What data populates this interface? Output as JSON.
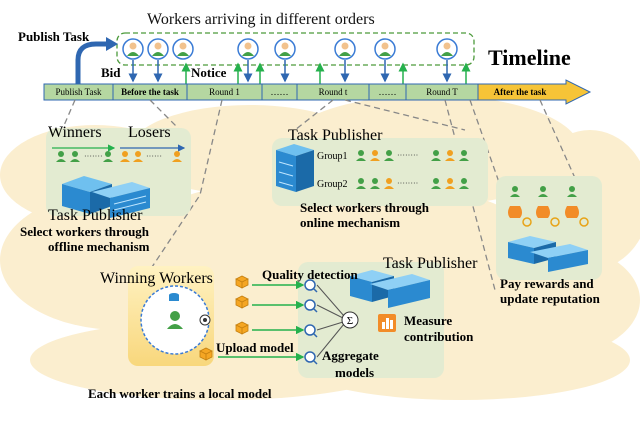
{
  "header": {
    "arrivals_title": "Workers arriving in different orders",
    "publish_task_top": "Publish Task",
    "timeline_label": "Timeline",
    "bid_label": "Bid",
    "notice_label": "Notice"
  },
  "timeline": {
    "segments": [
      "Publish Task",
      "Before the task",
      "Round 1",
      "……",
      "Round t",
      "……",
      "Round T",
      "After the task"
    ]
  },
  "offline_panel": {
    "winners_label": "Winners",
    "losers_label": "Losers",
    "publisher_label": "Task Publisher",
    "caption_line1": "Select workers through",
    "caption_line2": "offline mechanism"
  },
  "online_panel": {
    "publisher_label": "Task Publisher",
    "group1_label": "Group1",
    "group2_label": "Group2",
    "caption_line1": "Select workers through",
    "caption_line2": "online mechanism"
  },
  "training_panel": {
    "winning_workers_label": "Winning Workers",
    "quality_detection_label": "Quality detection",
    "publisher_label": "Task Publisher",
    "sum_symbol": "Σ",
    "upload_model_label": "Upload model",
    "measure_line1": "Measure",
    "measure_line2": "contribution",
    "aggregate_line1": "Aggregate",
    "aggregate_line2": "models",
    "bottom_caption": "Each worker trains a local model"
  },
  "reward_panel": {
    "caption_line1": "Pay rewards and",
    "caption_line2": "update reputation"
  },
  "colors": {
    "timeline_green": "#b5d7a1",
    "timeline_yellow": "#f6c437",
    "arrow_blue": "#2f67b1",
    "arrow_green": "#25b14d",
    "winner_green": "#43a047",
    "loser_orange": "#f0a020",
    "cloud_beige": "#fbeecf",
    "panel_green": "#e3ebd1",
    "server_blue": "#3a9ad9"
  }
}
